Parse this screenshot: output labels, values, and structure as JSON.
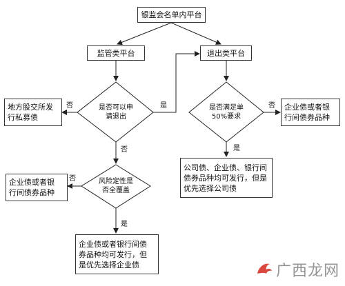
{
  "nodes": {
    "top": "银监会名单内平台",
    "regulated": "监管类平台",
    "exit": "退出类平台",
    "exit_question": "是否可以申\n请退出",
    "local_exchange": "地方股交所发\n行私募债",
    "risk_question": "风险定性是\n否全覆盖",
    "left_bonds": "企业债或者银\n行间债券品种",
    "bottom_result": "企业债或者银行间债\n券品种均可发行，但\n是优先选择企业债",
    "ratio_question": "是否满足单\n50%要求",
    "right_bonds": "企业债或者银\n行间债券品种",
    "right_result": "公司债、企业债、银行间\n债券品种均可发行，但是\n优先选择公司债"
  },
  "labels": {
    "no1": "否",
    "yes1": "是",
    "no2": "否",
    "no3": "否",
    "yes2": "是",
    "no4": "否",
    "yes3": "是"
  },
  "watermark": {
    "text": "广西龙网",
    "icon": "dragon-logo-icon",
    "color": "#d6342b"
  }
}
